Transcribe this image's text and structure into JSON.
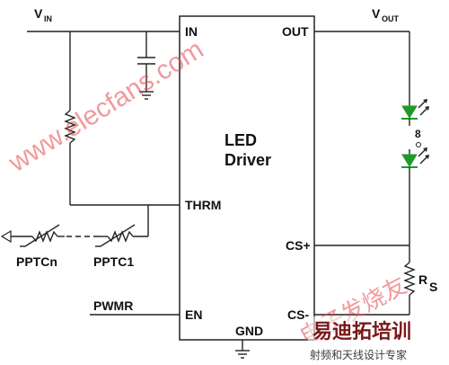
{
  "colors": {
    "wire": "#222222",
    "led": "#1f9a2a",
    "watermark_primary": "#e3474d",
    "watermark_secondary": "#c0392b",
    "logo_bar": "#7a1818"
  },
  "labels": {
    "vin_main": "V",
    "vin_sub": "IN",
    "vout_main": "V",
    "vout_sub": "OUT",
    "ic_line1": "LED",
    "ic_line2": "Driver",
    "pin_in": "IN",
    "pin_out": "OUT",
    "pin_thrm": "THRM",
    "pin_csp": "CS+",
    "pin_csm": "CS-",
    "pin_en": "EN",
    "pin_gnd": "GND",
    "pwmr": "PWMR",
    "pptcn": "PPTCn",
    "pptc1": "PPTC1",
    "rs_main": "R",
    "rs_sub": "S",
    "led_gap": "8"
  },
  "watermark": {
    "site": "www.elecfans.com",
    "cn_top": "电子发烧友",
    "cn_logo": "易迪拓培训",
    "cn_sub": "射频和天线设计专家"
  },
  "icons": [
    "led-icon",
    "resistor-icon",
    "capacitor-icon",
    "ground-icon",
    "thermistor-icon",
    "arrow-icon"
  ]
}
